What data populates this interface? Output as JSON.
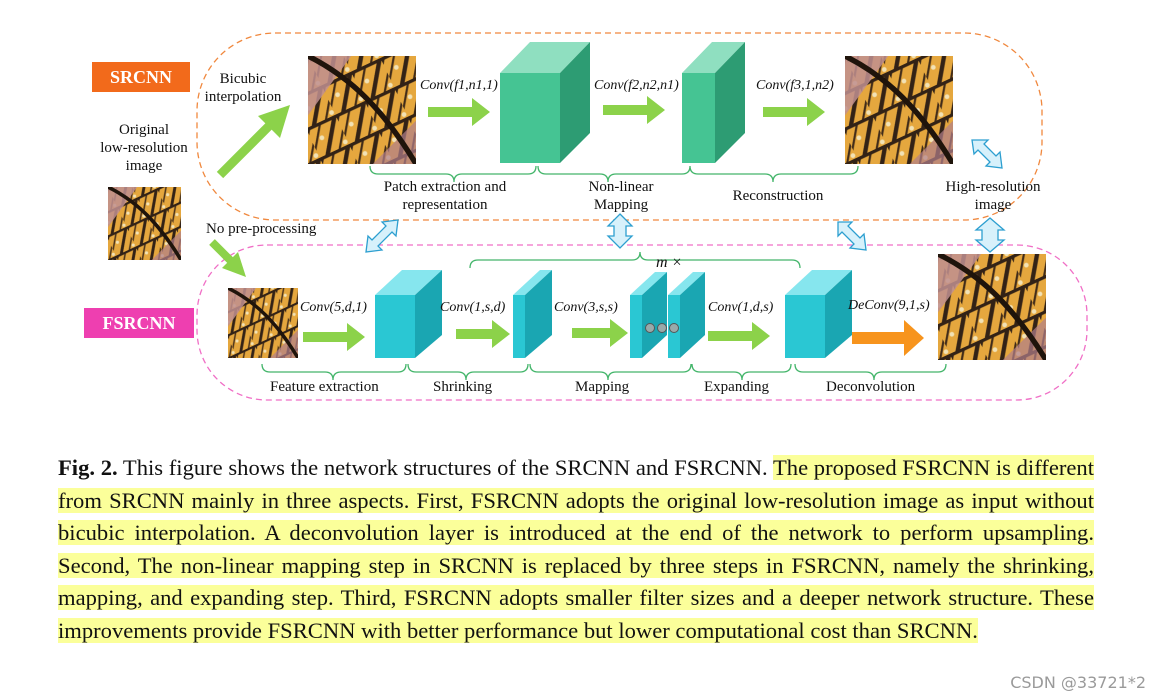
{
  "figure": {
    "srcnn_tag": "SRCNN",
    "fsrcnn_tag": "FSRCNN",
    "bicubic_label": "Bicubic\ninterpolation",
    "original_label": "Original\nlow-resolution\nimage",
    "no_preprocessing_label": "No pre-processing",
    "high_res_label": "High-resolution\nimage",
    "m_times": "m ×",
    "srcnn_ops": [
      "Conv(f1,n1,1)",
      "Conv(f2,n2,n1)",
      "Conv(f3,1,n2)"
    ],
    "srcnn_stages": [
      "Patch extraction and\nrepresentation",
      "Non-linear\nMapping",
      "Reconstruction"
    ],
    "fsrcnn_ops": [
      "Conv(5,d,1)",
      "Conv(1,s,d)",
      "Conv(3,s,s)",
      "Conv(1,d,s)",
      "DeConv(9,1,s)"
    ],
    "fsrcnn_stages": [
      "Feature extraction",
      "Shrinking",
      "Mapping",
      "Expanding",
      "Deconvolution"
    ],
    "colors": {
      "srcnn_tag": "#f26a1b",
      "fsrcnn_tag": "#ee3fb0",
      "arrow_green": "#8cd24a",
      "arrow_orange": "#f7941d",
      "srcnn_box": "#43c28f",
      "fsrcnn_box": "#2ac7d3"
    }
  },
  "caption": {
    "label": "Fig. 2.",
    "plain": " This figure shows the network structures of the SRCNN and FSRCNN. ",
    "highlighted": "The proposed FSRCNN is different from SRCNN mainly in three aspects. First, FSRCNN adopts the original low-resolution image as input without bicubic interpolation. A deconvolution layer is introduced at the end of the network to perform upsampling. Second, The non-linear mapping step in SRCNN is replaced by three steps in FSRCNN, namely the shrinking, mapping, and expanding step. Third, FSRCNN adopts smaller filter sizes and a deeper network structure. These improvements provide FSRCNN with better performance but lower computational cost than SRCNN."
  },
  "watermark": "CSDN @33721*2"
}
